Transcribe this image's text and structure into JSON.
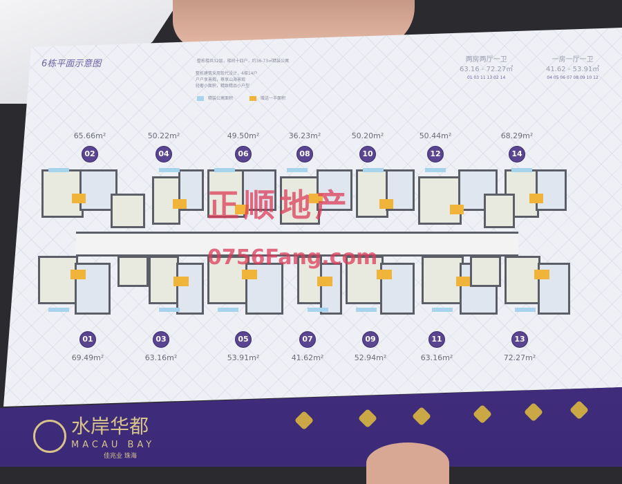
{
  "header": {
    "title": "6栋平面示意图",
    "notes": [
      "整栋楼共32层，梯间十四户，约36-73㎡精装公寓",
      "整栋建筑采用现代设计，4梯14户",
      "户户享景观，尊享山海景观",
      "轻奢小面积，精致精品小户型"
    ],
    "legend": [
      {
        "label": "精装公寓面积",
        "color": "#a7d3ec"
      },
      {
        "label": "赠送一半面积",
        "color": "#f0b43a"
      }
    ],
    "typologies": [
      {
        "name": "两房两厅一卫",
        "range": "63.16 - 72.27㎡",
        "units": "01 03 11 13 02 14"
      },
      {
        "name": "一房一厅一卫",
        "range": "41.62 - 53.91㎡",
        "units": "04 05 06 07 08 09 10 12"
      }
    ]
  },
  "units_top": [
    {
      "no": "02",
      "area": "65.66m²"
    },
    {
      "no": "04",
      "area": "50.22m²"
    },
    {
      "no": "06",
      "area": "49.50m²"
    },
    {
      "no": "08",
      "area": "36.23m²"
    },
    {
      "no": "10",
      "area": "50.20m²"
    },
    {
      "no": "12",
      "area": "50.44m²"
    },
    {
      "no": "14",
      "area": "68.29m²"
    }
  ],
  "units_bottom": [
    {
      "no": "01",
      "area": "69.49m²"
    },
    {
      "no": "03",
      "area": "63.16m²"
    },
    {
      "no": "05",
      "area": "53.91m²"
    },
    {
      "no": "07",
      "area": "41.62m²"
    },
    {
      "no": "09",
      "area": "52.94m²"
    },
    {
      "no": "11",
      "area": "63.16m²"
    },
    {
      "no": "13",
      "area": "72.27m²"
    }
  ],
  "watermark": {
    "cn": "正顺地产",
    "url": "0756Fang.com"
  },
  "footer": {
    "brand_cn": "水岸华都",
    "brand_en": "MACAU BAY",
    "developer": "佳兆业 珠海"
  },
  "colors": {
    "accent": "#5a4590",
    "footer": "#4a3888",
    "balcony": "#f0b43a",
    "window": "#a7d3ec"
  }
}
